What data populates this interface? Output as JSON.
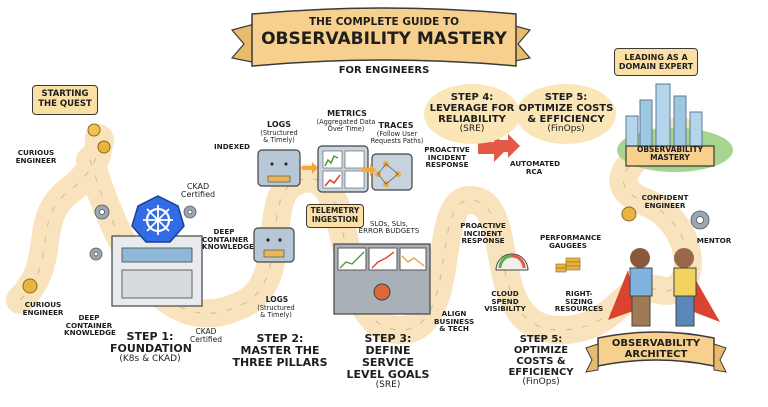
{
  "header": {
    "line1": "THE COMPLETE GUIDE TO",
    "line2": "OBSERVABILITY MASTERY",
    "line3": "FOR ENGINEERS"
  },
  "start": {
    "box": "STARTING\nTHE QUEST",
    "curious_engineer_1": "CURIOUS\nENGINEER",
    "curious_engineer_2": "CURIOUS\nENGINEER",
    "deep_container_1": "DEEP\nCONTAINER\nKNOWLEDGE"
  },
  "step1": {
    "title": "STEP 1:\nFOUNDATION",
    "subtitle": "(K8s & CKAD)",
    "ckad_top": "CKAD\nCertified",
    "ckad_bottom": "CKAD\nCertified",
    "deep_container_2": "DEEP\nCONTAINER\nKNOWLEDGE"
  },
  "step2": {
    "title": "STEP 2:\nMASTER THE\nTHREE PILLARS",
    "indexed": "INDEXED",
    "logs_title": "LOGS",
    "logs_sub": "(Structured\n& Timely)",
    "metrics_title": "METRICS",
    "metrics_sub": "(Aggregated Data\nOver Time)",
    "traces_title": "TRACES",
    "traces_sub": "(Follow User\nRequests Paths)",
    "telemetry": "TELEMETRY\nINGESTION",
    "logs_bottom_title": "LOGS",
    "logs_bottom_sub": "(Structured\n& Timely)"
  },
  "step3": {
    "title": "STEP 3:\nDEFINE SERVICE\nLEVEL GOALS",
    "subtitle": "(SRE)",
    "slos": "SLOs, SLIs,\nERROR BUDGETS",
    "align": "ALIGN\nBUSINESS\n& TECH"
  },
  "step4": {
    "title": "STEP 4:\nLEVERAGE FOR\nRELIABILITY",
    "subtitle": "(SRE)",
    "proactive_1": "PROACTIVE\nINCIDENT\nRESPONSE",
    "proactive_2": "PROACTIVE\nINCIDENT\nRESPONSE",
    "automated_rca": "AUTOMATED\nRCA"
  },
  "step5_top": {
    "title": "STEP 5:\nOPTIMIZE COSTS\n& EFFICIENCY",
    "subtitle": "(FinOps)"
  },
  "step5_bottom": {
    "title": "STEP 5:\nOPTIMIZE\nCOSTS & EFFICIENCY",
    "subtitle": "(FinOps)",
    "performance": "PERFORMANCE\nGAUGEES",
    "cloud_spend": "CLOUD SPEND\nVISIBILITY",
    "right_sizing": "RIGHT-SIZING\nRESOURCES"
  },
  "finale": {
    "domain_expert": "LEADING AS A\nDOMAIN EXPERT",
    "mastery_banner": "OBSERVABILITY\nMASTERY",
    "confident": "CONFIDENT\nENGINEER",
    "mentor": "MENTOR",
    "architect_banner": "OBSERVABILITY\nARCHITECT"
  },
  "colors": {
    "banner": "#f6d08c",
    "path": "#f8e3bd",
    "k8s_blue": "#326ce5",
    "note_box": "#fbe0a6",
    "cape_red": "#d9432f"
  }
}
